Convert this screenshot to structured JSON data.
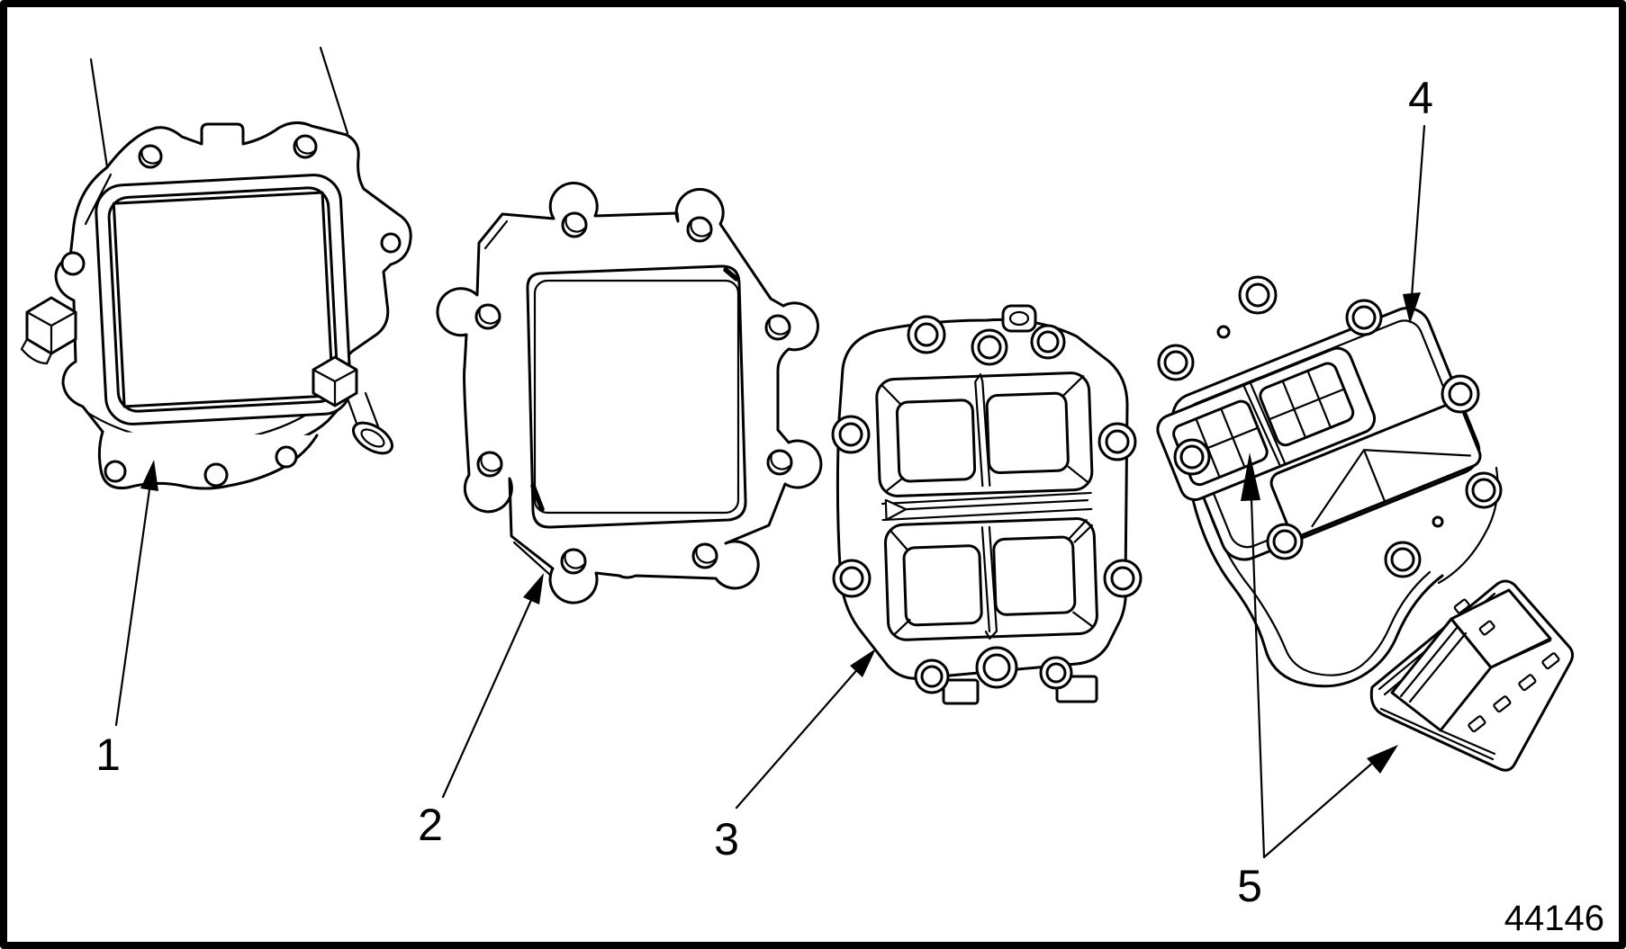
{
  "figure": {
    "number": "44146",
    "type": "exploded-parts-line-drawing"
  },
  "callouts": {
    "c1": "1",
    "c2": "2",
    "c3": "3",
    "c4": "4",
    "c5": "5"
  },
  "colors": {
    "line": "#000000",
    "background": "#ffffff"
  }
}
